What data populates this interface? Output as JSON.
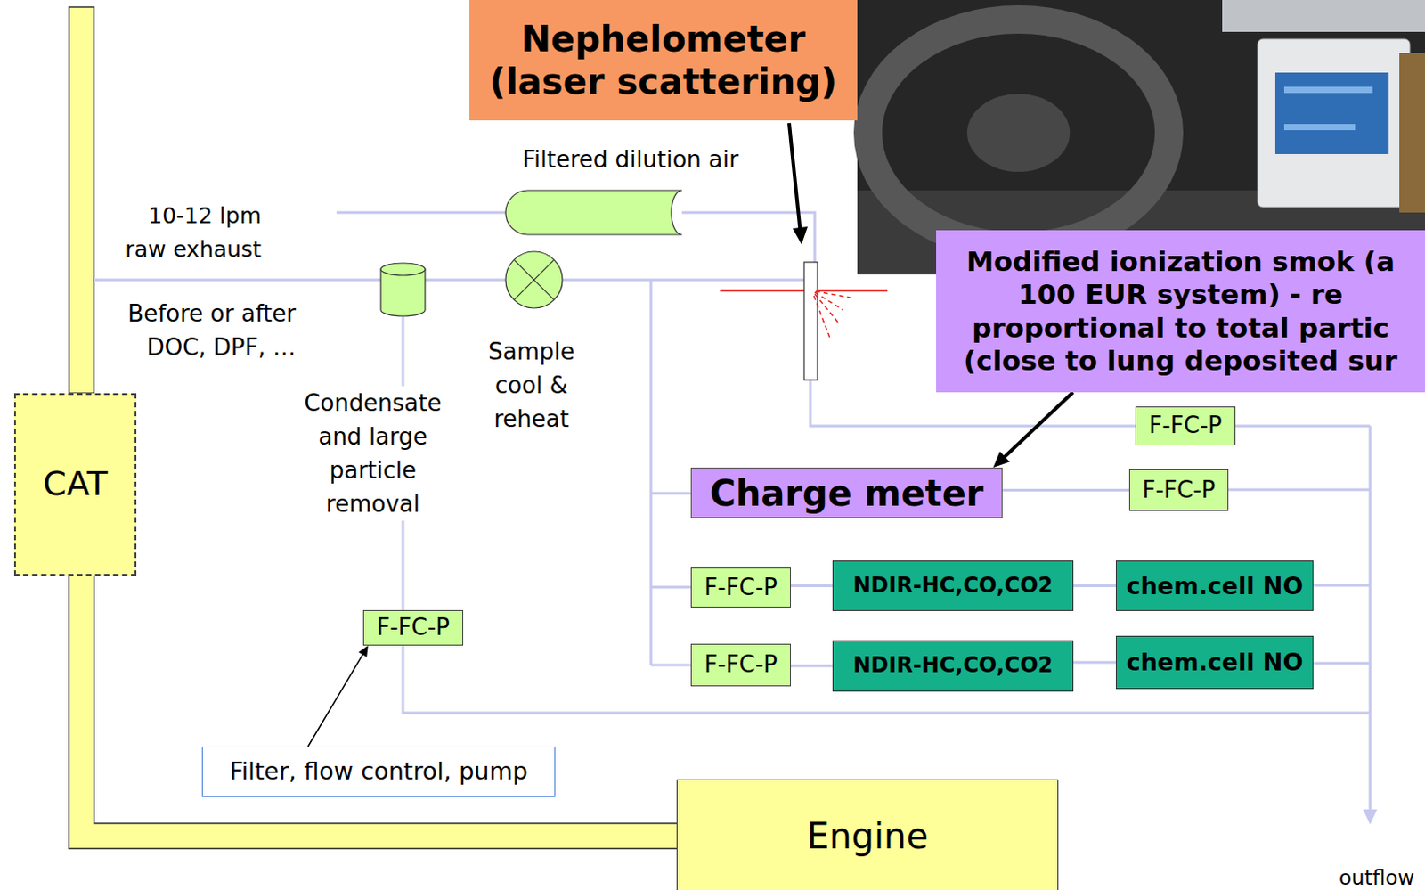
{
  "diagram": {
    "nodes": [
      {
        "text": [
          "Nephelometer (laser scattering)"
        ]
      },
      {
        "text": [
          "Modified ionization smok (a 100 EUR system) - re proportional to total partic (close to lung deposited sur"
        ]
      },
      {
        "text": [
          "CAT"
        ]
      },
      {
        "text": [
          "F-FC-P"
        ]
      },
      {
        "text": [
          "Charge meter"
        ]
      },
      {
        "text": [
          "F-FC-P"
        ]
      },
      {
        "text": [
          "F-FC-P"
        ]
      },
      {
        "text": [
          "NDIR-HC,CO,CO2"
        ]
      },
      {
        "text": [
          "chem.cell NO"
        ]
      },
      {
        "text": [
          "F-FC-P"
        ]
      },
      {
        "text": [
          "F-FC-P"
        ]
      },
      {
        "text": [
          "NDIR-HC,CO,CO2"
        ]
      },
      {
        "text": [
          "chem.cell NO"
        ]
      },
      {
        "text": [
          "Filter, flow control, pump"
        ]
      },
      {
        "text": [
          "Engine"
        ]
      }
    ],
    "edges": [
      {
        "from": 1,
        "to": 4,
        "arrow": "to"
      },
      {
        "from": 4,
        "to": 5,
        "arrow": "none"
      },
      {
        "from": 6,
        "to": 7,
        "arrow": "none"
      },
      {
        "from": 7,
        "to": 8,
        "arrow": "none"
      },
      {
        "from": 10,
        "to": 11,
        "arrow": "none"
      },
      {
        "from": 11,
        "to": 12,
        "arrow": "none"
      },
      {
        "from": 13,
        "to": 9,
        "arrow": "to"
      },
      {
        "from": 14,
        "to": 2,
        "arrow": "none"
      }
    ],
    "labels": [
      "10-12 lpm raw exhaust",
      "Before or after DOC, DPF, …",
      "Filtered dilution air",
      "Sample cool & reheat",
      "Condensate and large particle removal",
      "outflow"
    ]
  }
}
